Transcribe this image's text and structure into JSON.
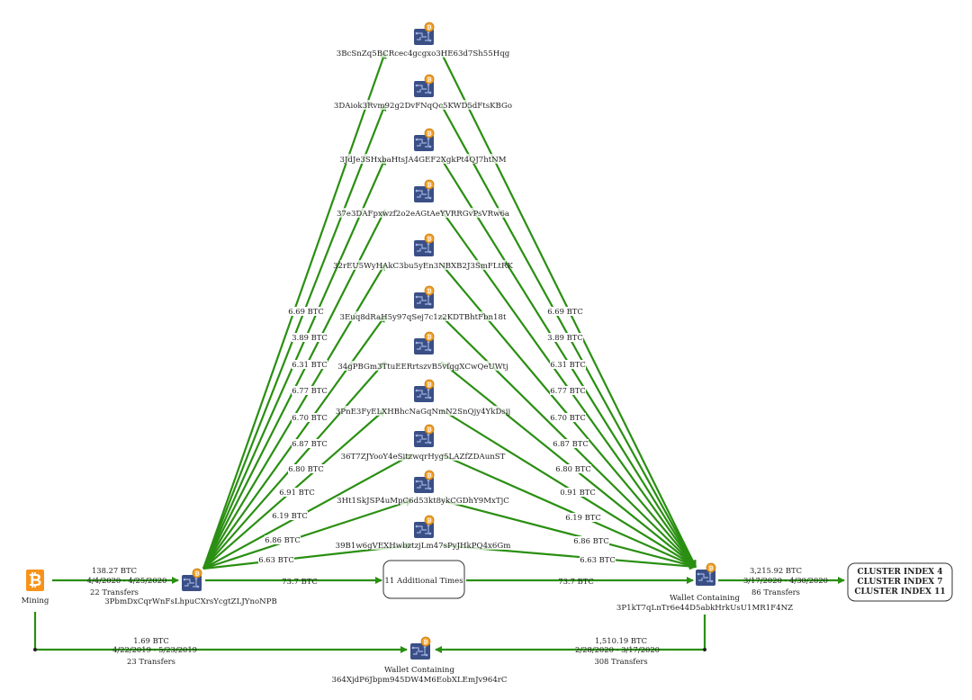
{
  "colors": {
    "edge": "#2a8f12",
    "wallet_icon": "#3a4f86",
    "coin": "#f2a12a",
    "bitcoin_logo": "#f7931a"
  },
  "source": {
    "label": "Mining",
    "icon": "bitcoin-logo-icon"
  },
  "main_wallet": {
    "address": "3PbmDxCqrWnFsLhpuCXrsYcgtZLJYnoNPB",
    "icon": "wallet-icon"
  },
  "edge_mining_main": {
    "amount": "138.27 BTC",
    "dates": "4/4/2020 - 4/25/2020",
    "transfers": "22 Transfers"
  },
  "intermediate_wallets": [
    {
      "address": "3BcSnZq5BCRcec4gcgxo3HE63d7Sh55Hqg",
      "out_amount": "",
      "in_amount": ""
    },
    {
      "address": "3DAiok3Rvm92g2DvFNqQc5KWD5dFtsKBGo",
      "out_amount": "",
      "in_amount": ""
    },
    {
      "address": "3JdJe3SHxbaHtsJA4GEF2XgkPt4QJ7htNM",
      "out_amount": "",
      "in_amount": ""
    },
    {
      "address": "37e3DAFpxwzf2o2eAGtAeYVRRGvPsVRw6a",
      "out_amount": "",
      "in_amount": ""
    },
    {
      "address": "32rEU5WyHAkC3bu5yEn3NBXB2J3SmFLtRK",
      "out_amount": "6.69 BTC",
      "in_amount": "6.69 BTC"
    },
    {
      "address": "3Euq8dRaH5y97qSej7c1z2KDTBhtFbn18t",
      "out_amount": "3.89 BTC",
      "in_amount": "3.89 BTC"
    },
    {
      "address": "34gPBGm3TtuEERrtszvB5vfqgXCwQeUWtj",
      "out_amount": "6.31 BTC",
      "in_amount": "6.31 BTC"
    },
    {
      "address": "3PnE3FyELXHBhcNaGqNmN2SnQjy4YkDsij",
      "out_amount": "6.77 BTC",
      "in_amount": "6.77 BTC"
    },
    {
      "address": "36T7ZJYooY4eSitzwqrHyg5LAZfZDAunST",
      "out_amount": "6.70 BTC",
      "in_amount": "6.70 BTC"
    },
    {
      "address": "3Ht1SkJSP4uMpC6d53kt8ykCGDhY9MxTjC",
      "out_amount": "6.87 BTC",
      "in_amount": "6.87 BTC"
    },
    {
      "address": "39B1w6gVEXHwbztzjLm47sPyJHkPQ4x6Gm",
      "out_amount": "6.80 BTC",
      "in_amount": "6.80 BTC"
    }
  ],
  "extra_out_amounts": [
    "6.91 BTC",
    "6.19 BTC",
    "6.86 BTC",
    "6.63 BTC"
  ],
  "extra_in_amounts": [
    "0.91 BTC",
    "6.19 BTC",
    "6.86 BTC",
    "6.63 BTC"
  ],
  "additional": {
    "label": "11 Additional Times",
    "in_amount": "73.7 BTC",
    "out_amount": "73.7 BTC"
  },
  "dest_wallet": {
    "title": "Wallet Containing",
    "address": "3P1kT7qLnTr6e44D5abkHrkUsU1MR1F4NZ"
  },
  "edge_dest_cluster": {
    "amount": "3,215.92 BTC",
    "dates": "3/17/2020 - 4/30/2020",
    "transfers": "86 Transfers"
  },
  "cluster_box": {
    "lines": [
      "CLUSTER INDEX 4",
      "CLUSTER INDEX 7",
      "CLUSTER INDEX 11"
    ]
  },
  "bottom_wallet": {
    "title": "Wallet Containing",
    "address": "364XjdP6Jbpm945DW4M6EobXLEmJv964rC"
  },
  "edge_mining_bottom": {
    "amount": "1.69 BTC",
    "dates": "4/22/2019 - 5/23/2019",
    "transfers": "23 Transfers"
  },
  "edge_dest_bottom": {
    "amount": "1,510.19 BTC",
    "dates": "2/28/2020 - 3/17/2020",
    "transfers": "308 Transfers"
  }
}
